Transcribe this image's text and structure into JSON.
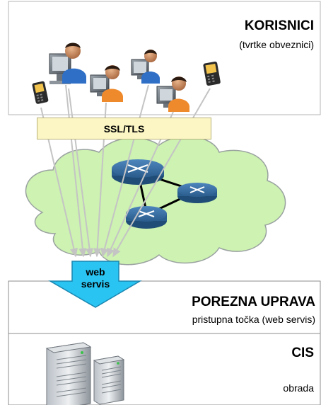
{
  "users_box": {
    "title": "KORISNICI",
    "subtitle": "(tvrtke obveznici)"
  },
  "ssl_label": "SSL/TLS",
  "web_service": {
    "line1": "web",
    "line2": "servis"
  },
  "tax_box": {
    "title": "POREZNA UPRAVA",
    "subtitle": "pristupna točka (web servis)"
  },
  "cis_box": {
    "title": "CIS",
    "subtitle": "obrada"
  },
  "colors": {
    "cloud_fill": "#cdf2b1",
    "router_blue": "#2f6495",
    "arrow_cyan": "#29c4f2",
    "ssl_fill": "#fbf6c4",
    "border_gray": "#a8a8a8"
  },
  "icons": [
    "desktop-user-icon",
    "mobile-phone-icon",
    "router-icon",
    "server-icon"
  ]
}
